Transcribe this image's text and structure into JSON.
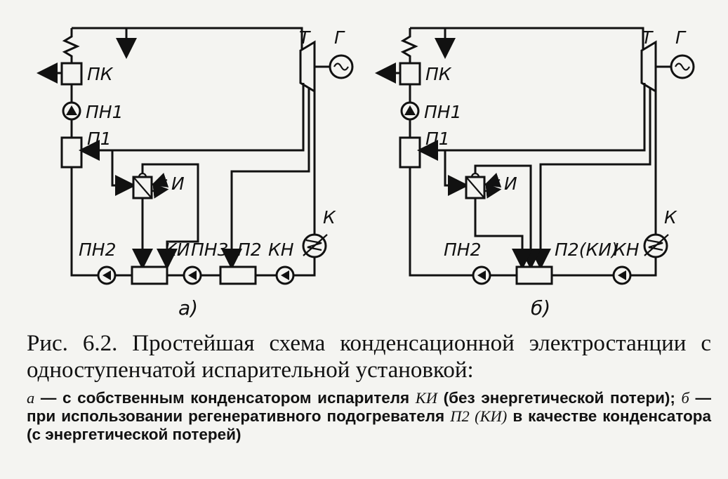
{
  "diagram": {
    "a": {
      "labels": {
        "pk": "ПК",
        "pn1": "ПН1",
        "p1": "П1",
        "t": "Т",
        "g": "Г",
        "i": "И",
        "k": "К",
        "pn2": "ПН2",
        "ki": "КИ",
        "pn3": "ПН3",
        "p2": "П2",
        "kn": "КН"
      },
      "sublabel": "а)"
    },
    "b": {
      "labels": {
        "pk": "ПК",
        "pn1": "ПН1",
        "p1": "П1",
        "t": "Т",
        "g": "Г",
        "i": "И",
        "k": "К",
        "pn2": "ПН2",
        "p2ki": "П2(КИ)",
        "kn": "КН"
      },
      "sublabel": "б)"
    },
    "icons": [
      "pump-icon",
      "generator-icon",
      "turbine-icon",
      "condenser-icon",
      "evaporator-icon",
      "arrow-icon"
    ]
  },
  "caption": {
    "title": "Рис. 6.2. Простейшая схема конденсационной электростанции с одноступенчатой испарительной установкой:",
    "body_a_marker": "а",
    "body_a_text": " — с собственным конденсатором испарителя ",
    "body_ki": "КИ",
    "body_a_end": " (без энергетической потери); ",
    "body_b_marker": "б",
    "body_b_text": " — при использовании регенеративного подогревателя ",
    "body_p2ki": "П2 (КИ)",
    "body_b_end": " в качестве конденсатора (с энергетической потерей)"
  }
}
